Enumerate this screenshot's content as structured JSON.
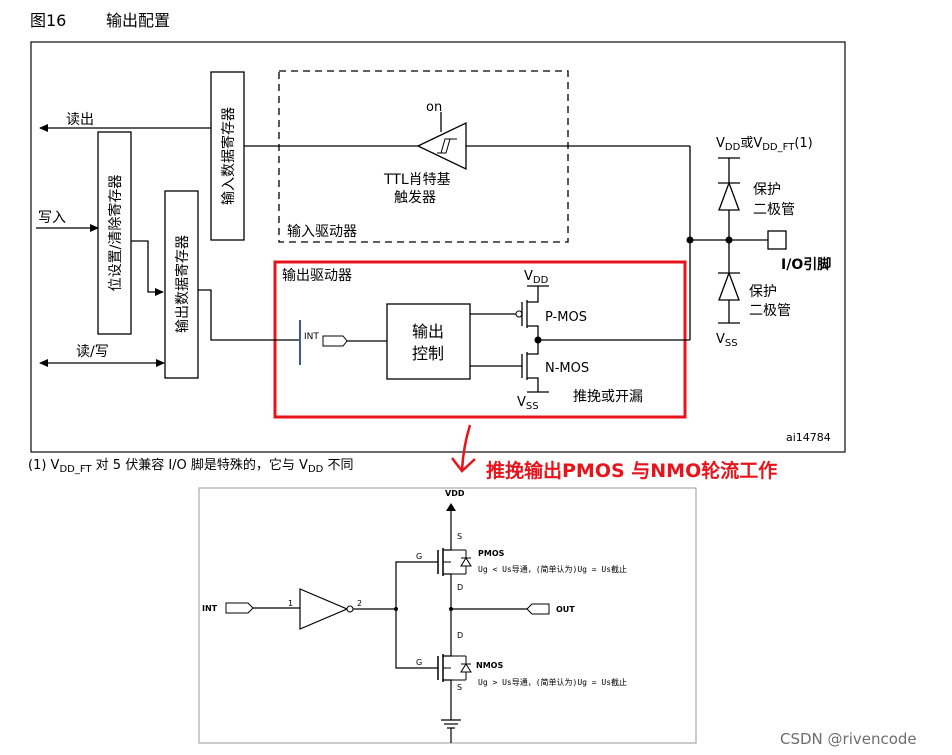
{
  "figure": {
    "label": "图16",
    "title": "输出配置"
  },
  "top_diagram": {
    "read_out": "读出",
    "write_in": "写入",
    "read_write": "读/写",
    "bit_set_reset_register": "位设置/清除寄存器",
    "input_data_register": "输入数据寄存器",
    "output_data_register": "输出数据寄存器",
    "on_label": "on",
    "ttl_schmitt_line1": "TTL肖特基",
    "ttl_schmitt_line2": "触发器",
    "input_driver": "输入驱动器",
    "output_driver": "输出驱动器",
    "output_control_line1": "输出",
    "output_control_line2": "控制",
    "vdd_top": "VDD",
    "vss_bottom": "VSS",
    "pmos": "P-MOS",
    "nmos": "N-MOS",
    "push_pull_or_open_drain": "推挽或开漏",
    "vdd_or_vddft": "VDD或VDD_FT(1)",
    "protect_diode_line1": "保护",
    "protect_diode_line2": "二极管",
    "io_pin": "I/O引脚",
    "vss_right": "VSS",
    "int_label": "INT",
    "figure_code": "ai14784"
  },
  "footnote": "(1) VDD_FT 对 5 伏兼容 I/O 脚是特殊的，它与 VDD 不同",
  "annotation": "推挽输出PMOS 与NMO轮流工作",
  "bottom_diagram": {
    "vdd": "VDD",
    "s_top": "S",
    "g_top": "G",
    "pmos": "PMOS",
    "pmos_note": "Ug < Us导通，(简单认为)Ug = Us截止",
    "d_top": "D",
    "int": "INT",
    "pin1": "1",
    "pin2": "2",
    "out": "OUT",
    "d_bottom": "D",
    "g_bottom": "G",
    "nmos": "NMOS",
    "s_bottom": "S",
    "nmos_note": "Ug > Us导通，(简单认为)Ug = Us截止"
  },
  "watermark": "CSDN @rivencode",
  "colors": {
    "highlight": "#e8141c",
    "line": "#000000",
    "frame": "#1b1b1b"
  }
}
